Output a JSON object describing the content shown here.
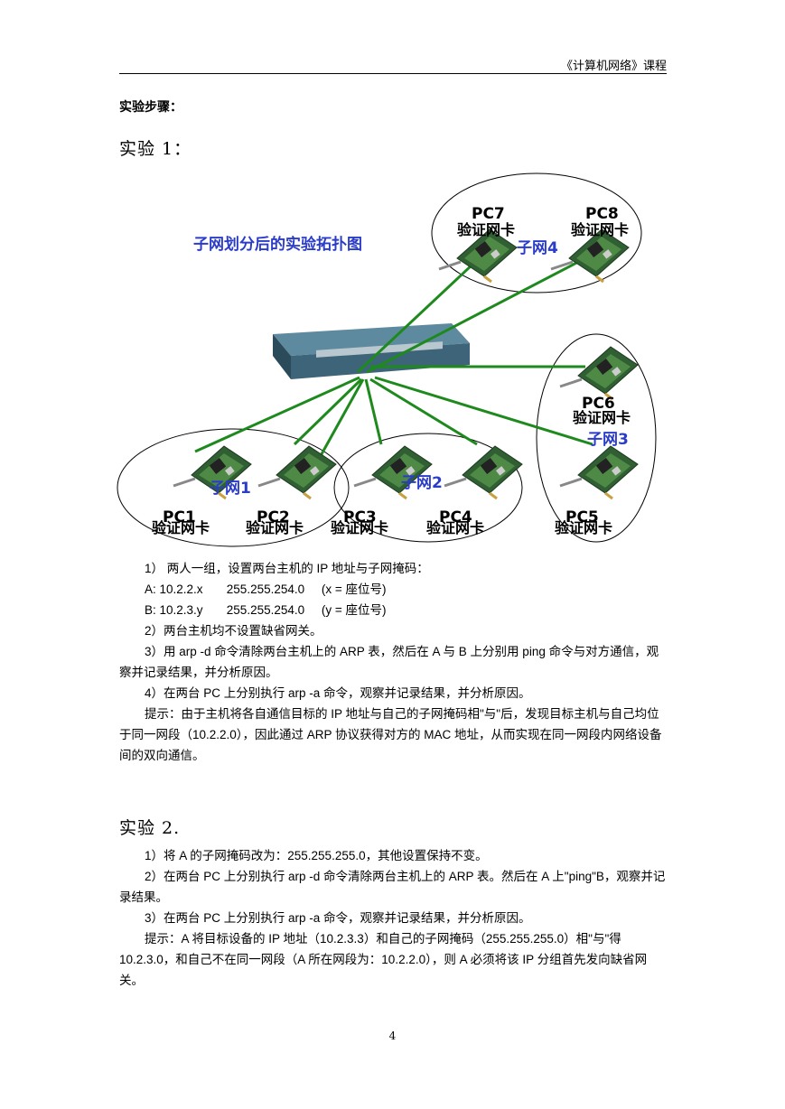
{
  "header": {
    "course": "《计算机网络》课程"
  },
  "steps_title": "实验步骤：",
  "exp1": {
    "title": "实验 1：",
    "diagram": {
      "title": "子网划分后的实验拓扑图",
      "subnets": [
        "子网1",
        "子网2",
        "子网3",
        "子网4"
      ],
      "pcs": [
        "PC1",
        "PC2",
        "PC3",
        "PC4",
        "PC5",
        "PC6",
        "PC7",
        "PC8"
      ],
      "nic_label": "验证网卡"
    },
    "lines": [
      "1）  两人一组，设置两台主机的 IP 地址与子网掩码：",
      "A: 10.2.2.x       255.255.254.0     (x = 座位号)",
      "B: 10.2.3.y       255.255.254.0     (y = 座位号)",
      "2）两台主机均不设置缺省网关。",
      "3）用 arp -d 命令清除两台主机上的 ARP 表，然后在 A 与 B 上分别用 ping 命令与对方通信，观察并记录结果，并分析原因。",
      "4）在两台 PC 上分别执行 arp -a 命令，观察并记录结果，并分析原因。",
      "提示：由于主机将各自通信目标的 IP 地址与自己的子网掩码相\"与\"后，发现目标主机与自己均位于同一网段（10.2.2.0），因此通过 ARP 协议获得对方的 MAC 地址，从而实现在同一网段内网络设备间的双向通信。"
    ]
  },
  "exp2": {
    "title": "实验 2.",
    "lines": [
      "1）将 A 的子网掩码改为：255.255.255.0，其他设置保持不变。",
      "2）在两台 PC 上分别执行 arp -d 命令清除两台主机上的 ARP 表。然后在 A 上\"ping\"B，观察并记录结果。",
      "3）在两台 PC 上分别执行  arp -a 命令，观察并记录结果，并分析原因。",
      "提示：A 将目标设备的 IP 地址（10.2.3.3）和自己的子网掩码（255.255.255.0）相\"与\"得 10.2.3.0，和自己不在同一网段（A 所在网段为：10.2.2.0），则 A 必须将该 IP 分组首先发向缺省网关。"
    ]
  },
  "page_number": "4"
}
